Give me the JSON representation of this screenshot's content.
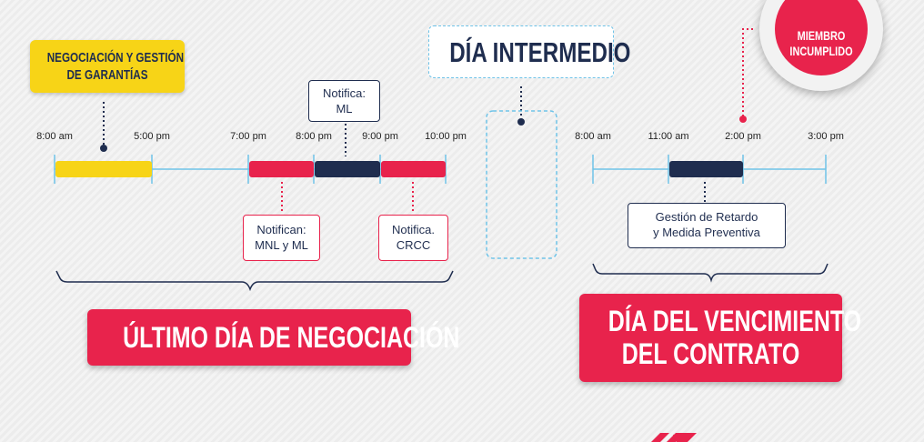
{
  "gestion_box": {
    "line1": "NEGOCIACIÓN Y GESTIÓN",
    "line2": "DE GARANTÍAS"
  },
  "dia_intermedio": "DÍA INTERMEDIO",
  "miembro_badge": {
    "line1": "MIEMBRO",
    "line2": "INCUMPLIDO"
  },
  "timeline_left": {
    "times": [
      "8:00 am",
      "5:00 pm",
      "7:00 pm",
      "8:00 pm",
      "9:00 pm",
      "10:00 pm"
    ]
  },
  "timeline_right": {
    "times": [
      "8:00 am",
      "11:00 am",
      "2:00 pm",
      "3:00 pm"
    ]
  },
  "notes": {
    "notifica_ml": {
      "line1": "Notifica:",
      "line2": "ML"
    },
    "notifican": {
      "line1": "Notifican:",
      "line2": "MNL y ML"
    },
    "notifica_crcc": {
      "line1": "Notifica.",
      "line2": "CRCC"
    },
    "gestion_retardo": {
      "line1": "Gestión de Retardo",
      "line2": "y Medida Preventiva"
    }
  },
  "banner_left": "ÚLTIMO DÍA DE NEGOCIACIÓN",
  "banner_right": {
    "line1": "DÍA DEL VENCIMIENTO",
    "line2": "DEL CONTRATO"
  },
  "colors": {
    "yellow": "#f7d417",
    "red": "#e8234c",
    "navy": "#1f2d4f",
    "line": "#6fc3e8"
  }
}
